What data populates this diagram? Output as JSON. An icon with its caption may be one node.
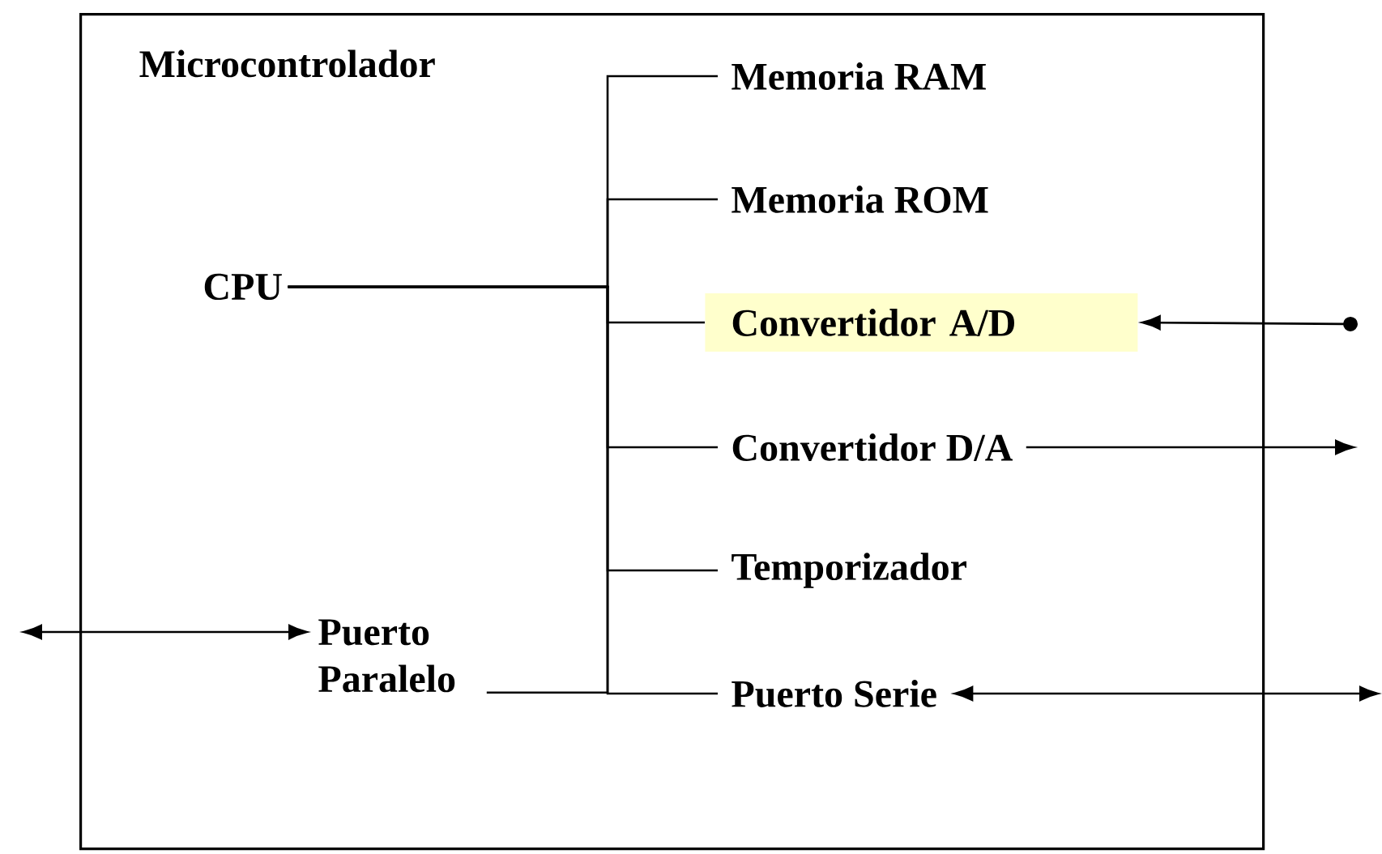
{
  "diagram": {
    "nodes": [
      {
        "text": [
          "Microcontrolador"
        ]
      },
      {
        "text": [
          "CPU"
        ],
        "in": 0
      },
      {
        "text": [
          "Memoria RAM"
        ],
        "in": 0
      },
      {
        "text": [
          "Memoria ROM"
        ],
        "in": 0
      },
      {
        "text": [
          "Convertidor A/D"
        ],
        "in": 0
      },
      {
        "text": [
          "Convertidor D/A"
        ],
        "in": 0
      },
      {
        "text": [
          "Temporizador"
        ],
        "in": 0
      },
      {
        "text": [
          "Puerto Paralelo"
        ],
        "in": 0
      },
      {
        "text": [
          "Puerto Serie"
        ],
        "in": 0
      }
    ],
    "edges": [
      {
        "from": 1,
        "to": 2,
        "arrow": "none"
      },
      {
        "from": 1,
        "to": 3,
        "arrow": "none"
      },
      {
        "from": 1,
        "to": 4,
        "arrow": "none"
      },
      {
        "from": 1,
        "to": 5,
        "arrow": "none"
      },
      {
        "from": 1,
        "to": 6,
        "arrow": "none"
      },
      {
        "from": 1,
        "to": 7,
        "arrow": "none"
      },
      {
        "from": 1,
        "to": 8,
        "arrow": "none"
      },
      {
        "from": null,
        "to": 4,
        "arrow": "to"
      },
      {
        "from": 5,
        "to": null,
        "arrow": "to"
      },
      {
        "from": 8,
        "to": null,
        "arrow": "both"
      },
      {
        "from": null,
        "to": 7,
        "arrow": "both"
      }
    ]
  }
}
